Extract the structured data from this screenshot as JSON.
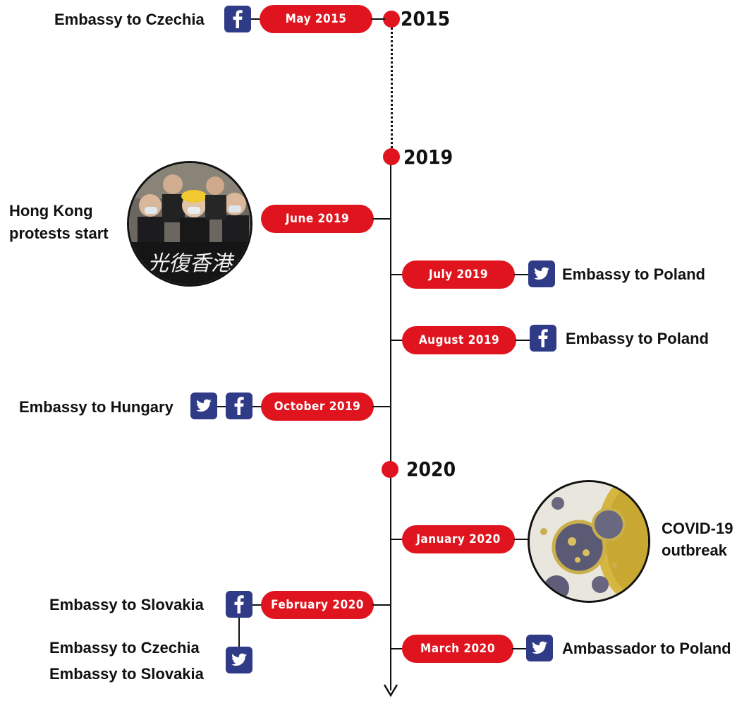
{
  "years": {
    "y2015": "2015",
    "y2019": "2019",
    "y2020": "2020"
  },
  "events": [
    {
      "date": "May 2015",
      "label": "Embassy to Czechia",
      "icons": [
        "facebook-icon"
      ]
    },
    {
      "date": "June 2019",
      "label": "Hong Kong protests start",
      "label_lines": [
        "Hong Kong",
        "protests start"
      ]
    },
    {
      "date": "July 2019",
      "label": "Embassy to Poland",
      "icons": [
        "twitter-icon"
      ]
    },
    {
      "date": "August 2019",
      "label": "Embassy to Poland",
      "icons": [
        "facebook-icon"
      ]
    },
    {
      "date": "October 2019",
      "label": "Embassy to Hungary",
      "icons": [
        "twitter-icon",
        "facebook-icon"
      ]
    },
    {
      "date": "January 2020",
      "label": "COVID-19 outbreak",
      "label_lines": [
        "COVID-19",
        "outbreak"
      ]
    },
    {
      "date": "February 2020",
      "label": "Embassy to Slovakia",
      "icons": [
        "facebook-icon"
      ],
      "sub_labels": [
        "Embassy to Czechia",
        "Embassy to Slovakia"
      ],
      "sub_icons": [
        "twitter-icon"
      ]
    },
    {
      "date": "March 2020",
      "label": "Ambassador to Poland",
      "icons": [
        "twitter-icon"
      ]
    }
  ],
  "colors": {
    "accent": "#e0141e",
    "icon_bg": "#2f3b86",
    "line": "#111111"
  }
}
